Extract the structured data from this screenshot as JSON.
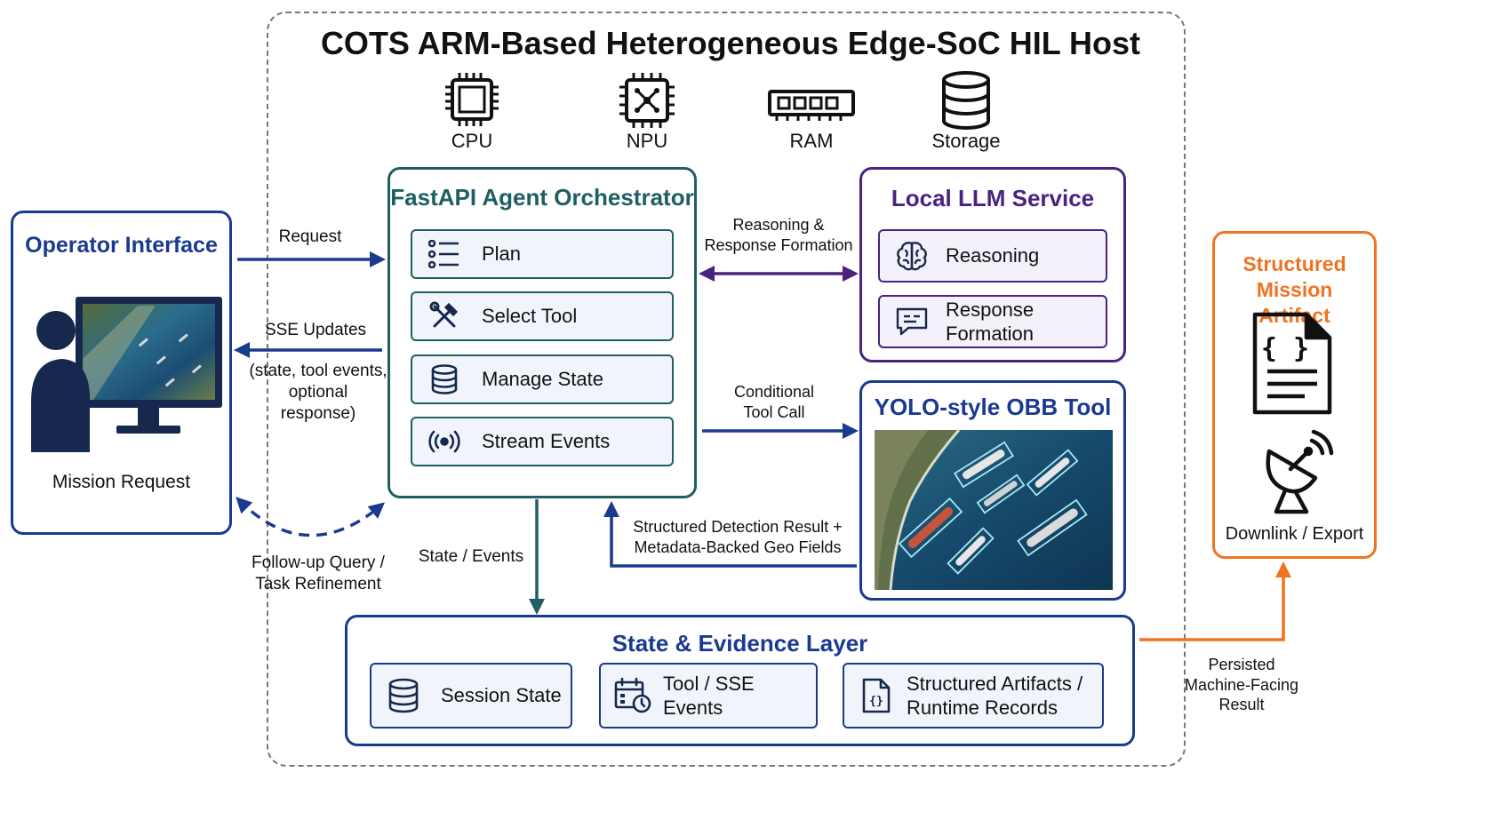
{
  "host": {
    "title": "COTS ARM-Based Heterogeneous Edge-SoC HIL Host"
  },
  "hardware": [
    {
      "label": "CPU",
      "icon": "cpu-chip-icon"
    },
    {
      "label": "NPU",
      "icon": "npu-chip-icon"
    },
    {
      "label": "RAM",
      "icon": "ram-module-icon"
    },
    {
      "label": "Storage",
      "icon": "storage-database-icon"
    }
  ],
  "operator": {
    "title": "Operator Interface",
    "caption": "Mission Request"
  },
  "orchestrator": {
    "title": "FastAPI Agent Orchestrator",
    "items": [
      "Plan",
      "Select Tool",
      "Manage State",
      "Stream Events"
    ]
  },
  "llm": {
    "title": "Local LLM Service",
    "items": [
      "Reasoning",
      "Response Formation"
    ]
  },
  "yolo": {
    "title": "YOLO-style OBB Tool"
  },
  "evidence": {
    "title": "State & Evidence Layer",
    "items": [
      "Session State",
      "Tool / SSE Events",
      "Structured Artifacts / Runtime Records"
    ]
  },
  "artifact": {
    "title": "Structured Mission Artifact",
    "caption": "Downlink / Export"
  },
  "edges": {
    "request": "Request",
    "sse_updates": "SSE Updates",
    "sse_detail": "(state, tool events, optional response)",
    "followup": "Follow-up Query / Task Refinement",
    "reasoning": "Reasoning & Response Formation",
    "conditional": "Conditional Tool Call",
    "detection": "Structured Detection Result + Metadata-Backed Geo Fields",
    "state_events": "State / Events",
    "persisted": "Persisted Machine-Facing Result"
  },
  "colors": {
    "navy": "#1a3a8f",
    "teal": "#1e5f63",
    "purple": "#4a2381",
    "orange": "#f07322",
    "item_bg": "#f1f5fb"
  }
}
